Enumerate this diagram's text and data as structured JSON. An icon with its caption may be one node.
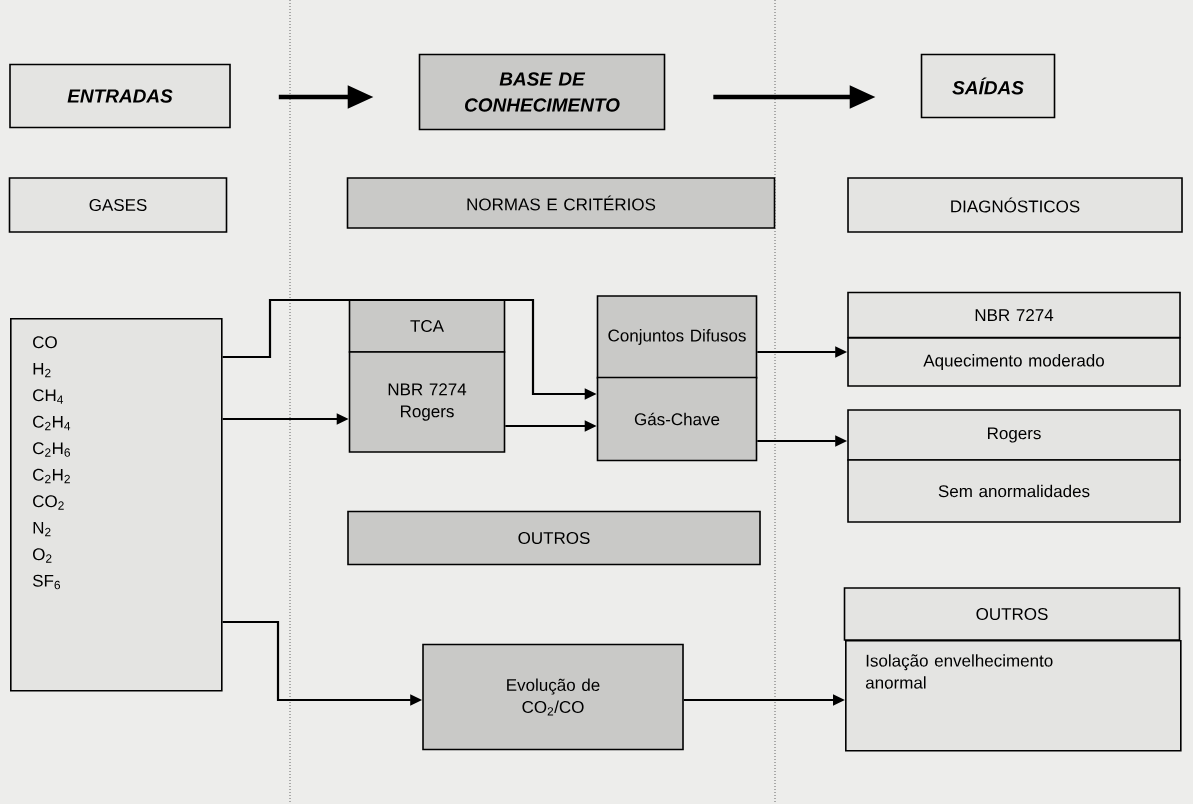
{
  "diagram": {
    "nodes": [
      {
        "text": [
          "ENTRADAS"
        ]
      },
      {
        "text": [
          "BASE DE CONHECIMENTO"
        ]
      },
      {
        "text": [
          "SAÍDAS"
        ]
      },
      {
        "text": [
          "GASES"
        ]
      },
      {
        "text": [
          "NORMAS E CRITÉRIOS"
        ]
      },
      {
        "text": [
          "DIAGNÓSTICOS"
        ]
      },
      {
        "text": [
          "CO H$_{2}$ CH$_{4}$ C$_{2}$H$_{4}$ C$_{2}$H$_{6}$ C$_{2}$H$_{2}$ CO$_{2}$ N$_{2}$ O$_{2}$ SF$_{6}$"
        ]
      },
      {
        "text": [
          "TCA"
        ]
      },
      {
        "text": [
          "NBR 7274 Rogers"
        ]
      },
      {
        "text": [
          "Conjuntos Difusos"
        ]
      },
      {
        "text": [
          "Gás-Chave"
        ]
      },
      {
        "text": [
          "NBR 7274"
        ]
      },
      {
        "text": [
          "Aquecimento moderado"
        ]
      },
      {
        "text": [
          "Rogers"
        ]
      },
      {
        "text": [
          "Sem anormalidades"
        ]
      },
      {
        "text": [
          "OUTROS"
        ]
      },
      {
        "text": [
          "Evolução de CO$_{2}$/CO"
        ]
      },
      {
        "text": [
          "OUTROS"
        ]
      },
      {
        "text": [
          "Isolação envelhecimento anormal"
        ]
      }
    ],
    "edges": [
      {
        "from": 0,
        "to": 1,
        "arrow": "to",
        "style": "thick"
      },
      {
        "from": 1,
        "to": 2,
        "arrow": "to",
        "style": "thick"
      },
      {
        "from": 6,
        "to": 10,
        "arrow": "to"
      },
      {
        "from": 6,
        "to": 8,
        "arrow": "to"
      },
      {
        "from": 8,
        "to": 10,
        "arrow": "to"
      },
      {
        "from": 9,
        "to": 12,
        "arrow": "to"
      },
      {
        "from": 10,
        "to": 13,
        "arrow": "to"
      },
      {
        "from": 6,
        "to": 16,
        "arrow": "to"
      },
      {
        "from": 16,
        "to": 18,
        "arrow": "to"
      }
    ]
  }
}
